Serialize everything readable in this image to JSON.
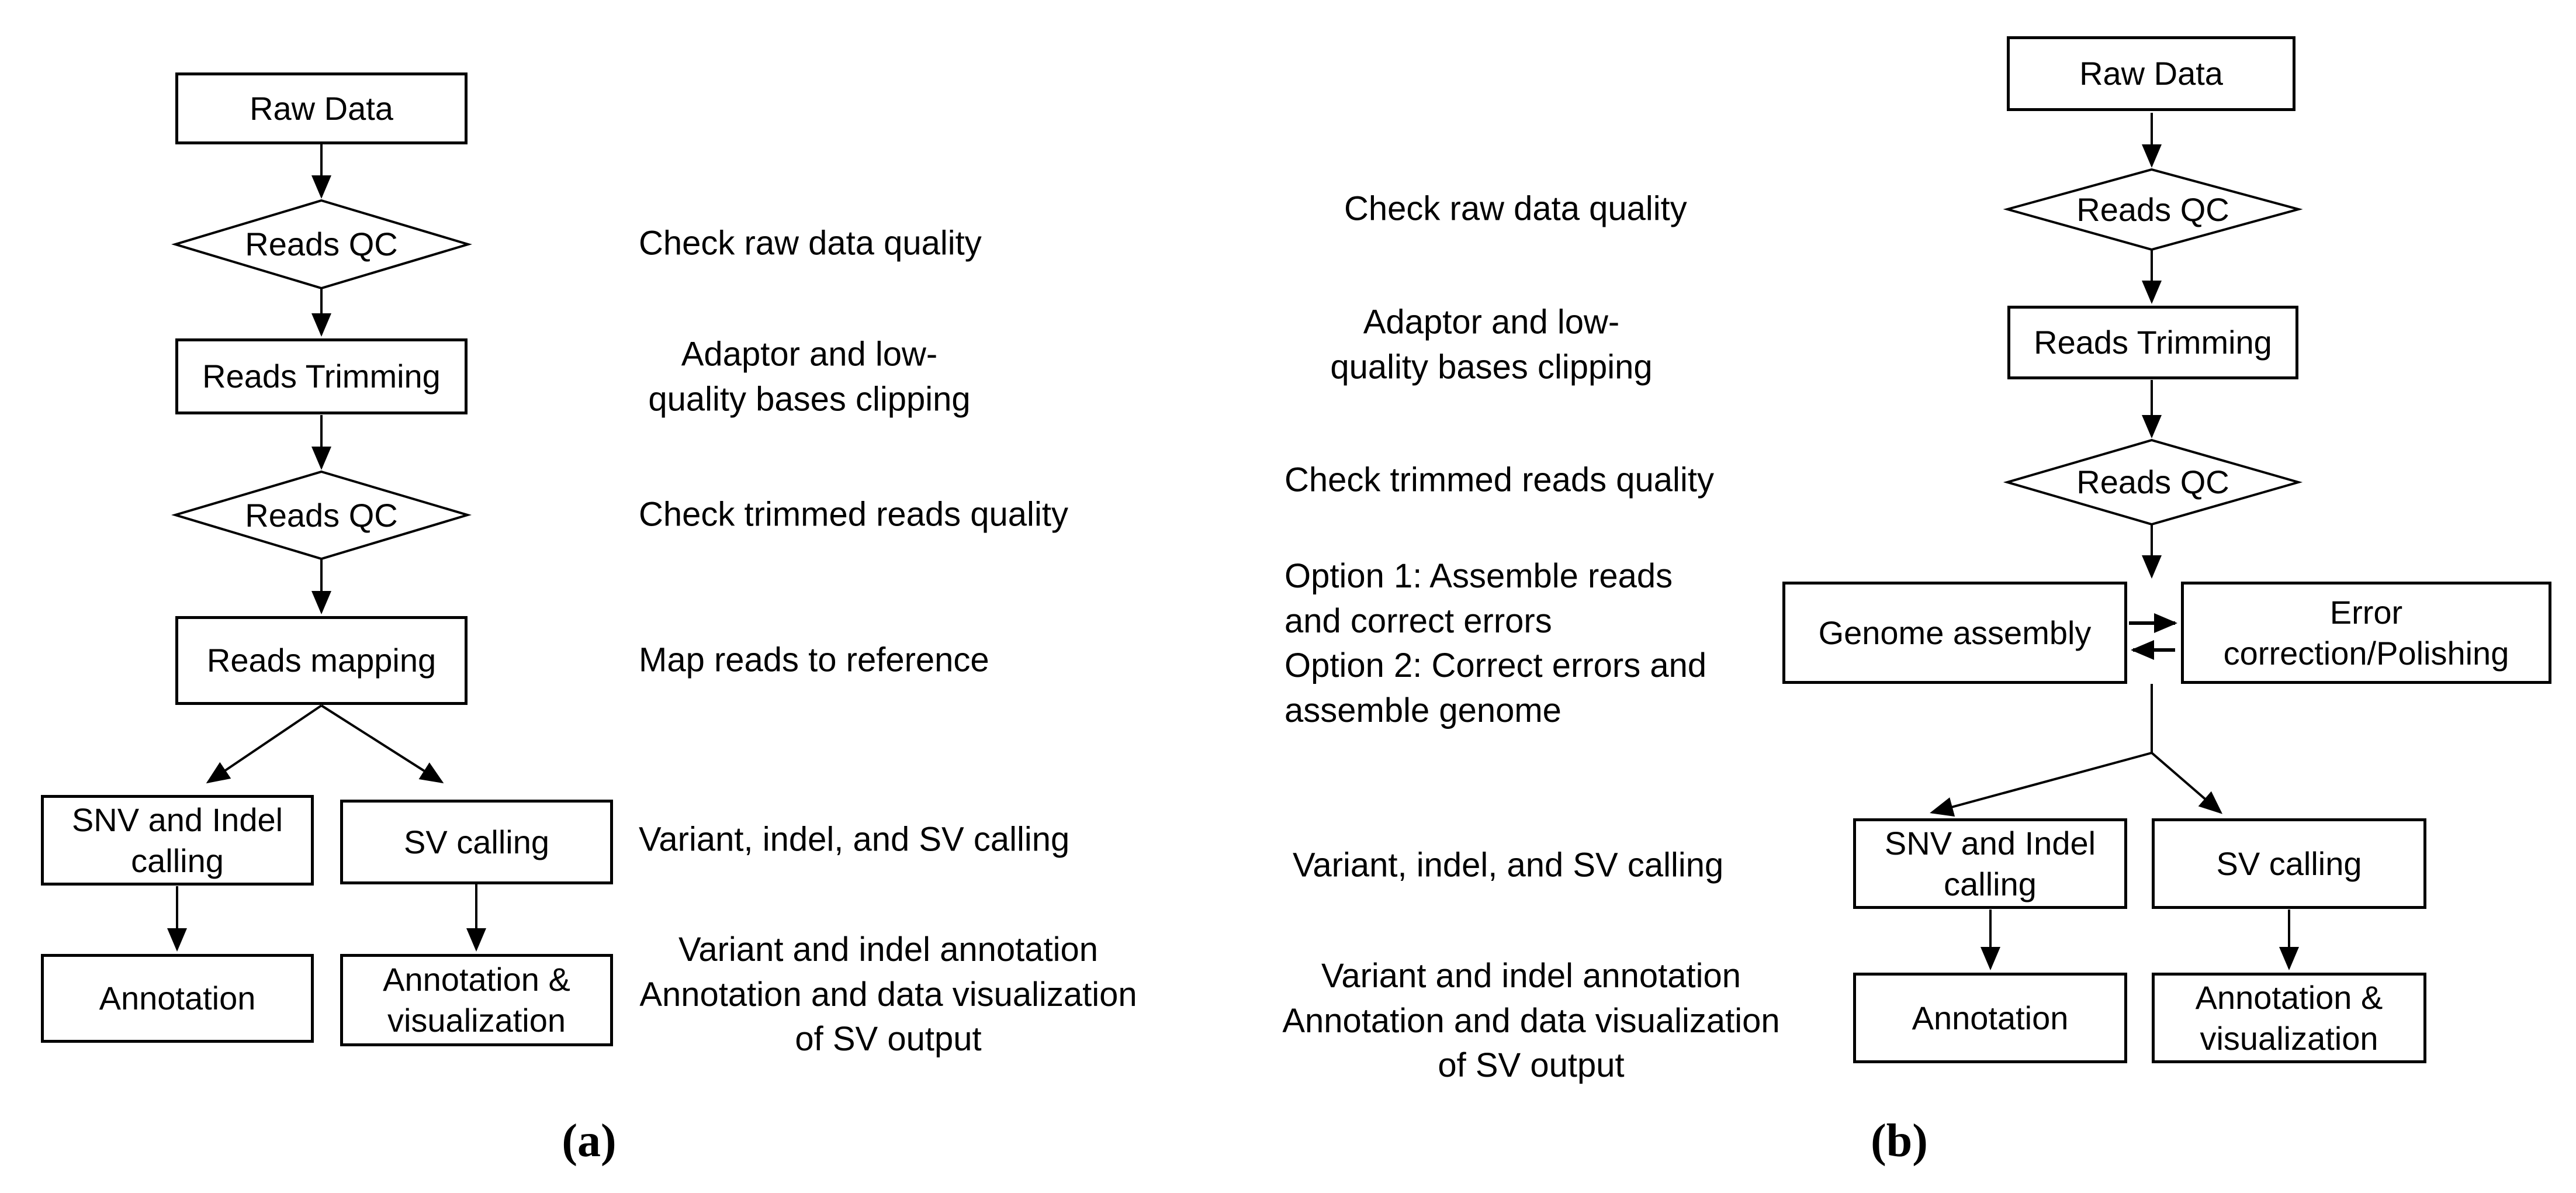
{
  "figure": {
    "panel_a_label": "(a)",
    "panel_b_label": "(b)",
    "colors": {
      "ink": "#000000",
      "background": "#ffffff"
    }
  },
  "panel_a": {
    "nodes": {
      "raw_data": "Raw Data",
      "reads_qc_1": "Reads QC",
      "reads_trimming": "Reads Trimming",
      "reads_qc_2": "Reads QC",
      "reads_mapping": "Reads mapping",
      "snv_indel_calling": "SNV and Indel\ncalling",
      "sv_calling": "SV calling",
      "annotation": "Annotation",
      "annotation_visualization": "Annotation &\nvisualization"
    },
    "annotations": {
      "raw_qc": "Check raw data quality",
      "trimming": "Adaptor and low-\nquality bases clipping",
      "trimmed_qc": "Check trimmed reads quality",
      "mapping": "Map reads to reference",
      "calling": "Variant, indel, and SV calling",
      "annotation": "Variant and indel annotation\nAnnotation and data visualization\nof SV output"
    }
  },
  "panel_b": {
    "nodes": {
      "raw_data": "Raw Data",
      "reads_qc_1": "Reads QC",
      "reads_trimming": "Reads Trimming",
      "reads_qc_2": "Reads QC",
      "genome_assembly": "Genome assembly",
      "error_correction": "Error\ncorrection/Polishing",
      "snv_indel_calling": "SNV and Indel\ncalling",
      "sv_calling": "SV calling",
      "annotation": "Annotation",
      "annotation_visualization": "Annotation &\nvisualization"
    },
    "annotations": {
      "raw_qc": "Check raw data quality",
      "trimming": "Adaptor and low-\nquality bases clipping",
      "trimmed_qc": "Check trimmed reads quality",
      "assembly_options": "Option 1: Assemble reads\nand correct errors\nOption 2: Correct errors and\nassemble genome",
      "calling": "Variant, indel, and SV calling",
      "annotation": "Variant and indel annotation\nAnnotation and data visualization\nof SV output"
    }
  }
}
